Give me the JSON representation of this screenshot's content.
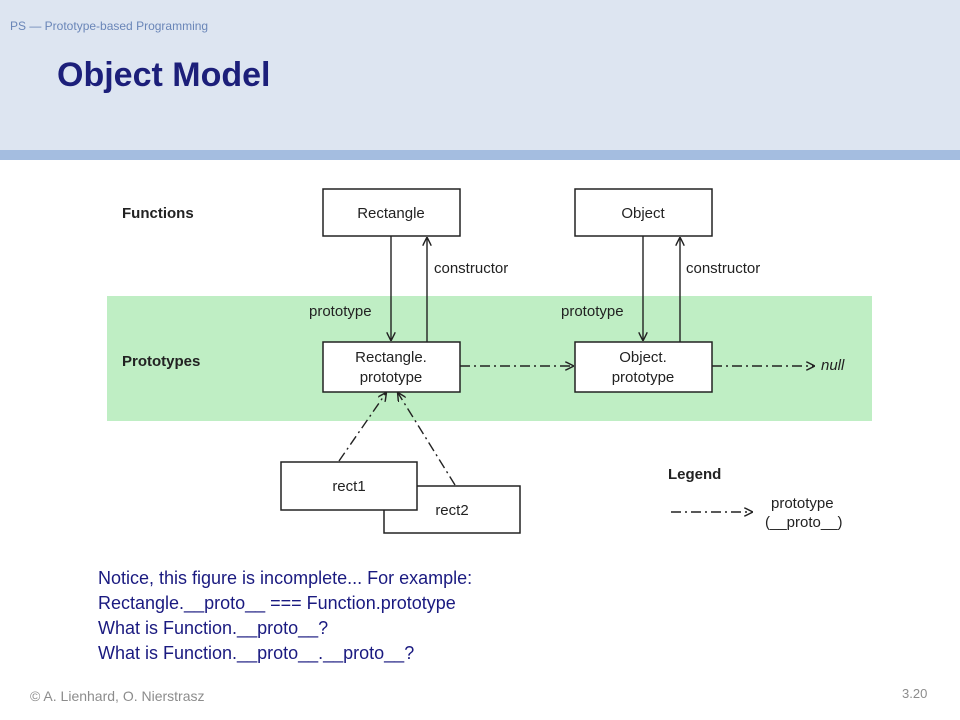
{
  "header": {
    "course": "PS — Prototype-based Programming",
    "title": "Object Model"
  },
  "diagram": {
    "rows": {
      "functions": "Functions",
      "prototypes": "Prototypes"
    },
    "boxes": {
      "rectangle": "Rectangle",
      "object": "Object",
      "rectangle_prototype": [
        "Rectangle.",
        "prototype"
      ],
      "object_prototype": [
        "Object.",
        "prototype"
      ],
      "rect1": "rect1",
      "rect2": "rect2"
    },
    "edges": {
      "prototype": "prototype",
      "constructor": "constructor"
    },
    "null_label": "null",
    "legend": {
      "title": "Legend",
      "entry": [
        "prototype",
        "(__proto__)"
      ]
    },
    "colors": {
      "prototype_band": "#bfeec4",
      "stroke": "#222222"
    }
  },
  "notes": [
    "Notice, this figure is incomplete... For example:",
    "Rectangle.__proto__ === Function.prototype",
    "What is Function.__proto__?",
    "What is Function.__proto__.__proto__?"
  ],
  "footer": {
    "authors": "© A. Lienhard, O. Nierstrasz",
    "page": "3.20"
  }
}
